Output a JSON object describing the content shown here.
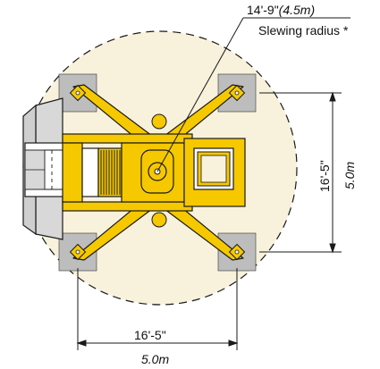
{
  "radius": {
    "feet_inches": "14'-9\"",
    "metric": "(4.5m)",
    "caption": "Slewing radius *"
  },
  "width_dimension": {
    "feet_inches": "16'-5\"",
    "metric": "5.0m"
  },
  "length_dimension": {
    "feet_inches": "16'-5\"",
    "metric": "5.0m"
  },
  "colors": {
    "machine_yellow": "#f5c800",
    "slew_circle_fill": "#f8f1dc",
    "pad_gray": "#bdbdbd",
    "cab_gray": "#d8d8d8",
    "outline": "#1a1a1a"
  }
}
